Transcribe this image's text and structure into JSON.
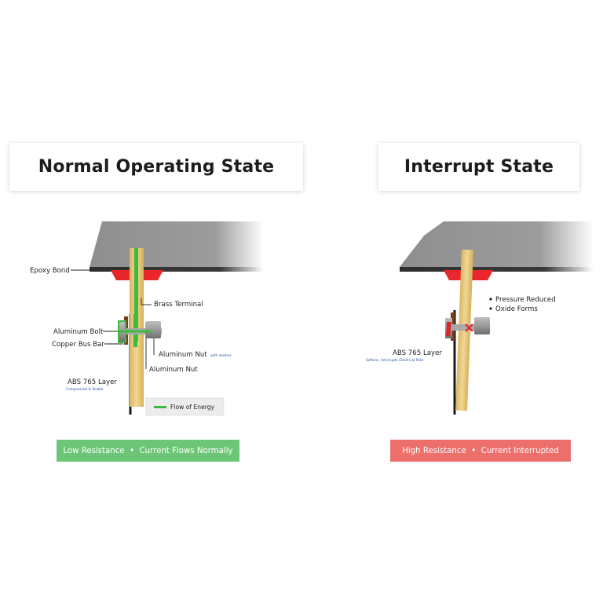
{
  "colors": {
    "accent_green": "#3dbb3d",
    "status_green": "#6dc677",
    "status_red": "#ec6f6b",
    "seal_red": "#e8262b",
    "brass": "#e9c97a",
    "housing_gray": "#8a8a8a"
  },
  "normal": {
    "title": "Normal Operating State",
    "labels": {
      "epoxy_bond": "Epoxy Bond",
      "brass_terminal": "Brass Terminal",
      "aluminum_bolt": "Aluminum Bolt",
      "copper_bus_bar": "Copper Bus Bar",
      "aluminum_nut_washer": "Aluminum Nut",
      "aluminum_nut_washer_sub": "with washer",
      "aluminum_nut": "Aluminum Nut",
      "abs_layer": "ABS 765 Layer",
      "abs_layer_sub": "Compressed & Stable"
    },
    "legend": "Flow of Energy",
    "status": "Low Resistance  •  Current Flows Normally"
  },
  "interrupt": {
    "title": "Interrupt State",
    "bullets": [
      "Pressure Reduced",
      "Oxide Forms"
    ],
    "labels": {
      "abs_layer": "ABS 765 Layer",
      "abs_layer_sub": "Softens, Interrupts Electrical Path"
    },
    "status": "High Resistance  •  Current Interrupted"
  }
}
